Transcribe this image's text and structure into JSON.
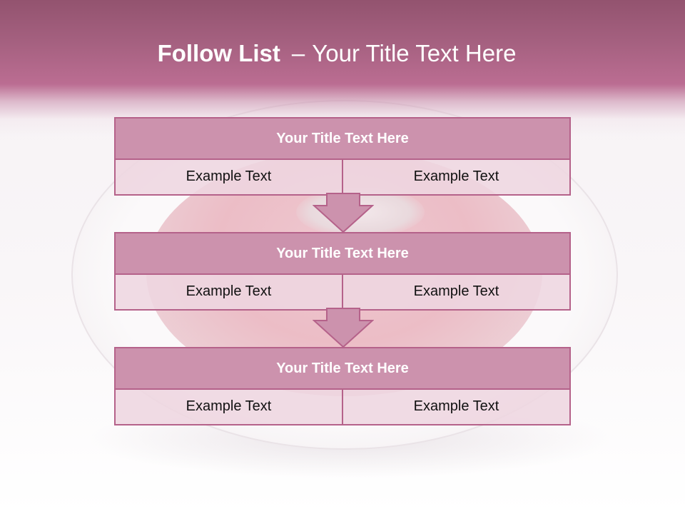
{
  "slide": {
    "title_bold": "Follow List",
    "title_separator": "–",
    "title_rest": "Your Title Text Here"
  },
  "steps": [
    {
      "title": "Your Title Text Here",
      "left_text": "Example Text",
      "right_text": "Example Text"
    },
    {
      "title": "Your Title Text Here",
      "left_text": "Example Text",
      "right_text": "Example Text"
    },
    {
      "title": "Your Title Text Here",
      "left_text": "Example Text",
      "right_text": "Example Text"
    }
  ],
  "colors": {
    "header_band": "#a4607f",
    "block_title_fill": "#cc92ad",
    "block_body_fill": "#eed6e0",
    "border": "#b5628a",
    "arrow_fill": "#cc92ad"
  }
}
